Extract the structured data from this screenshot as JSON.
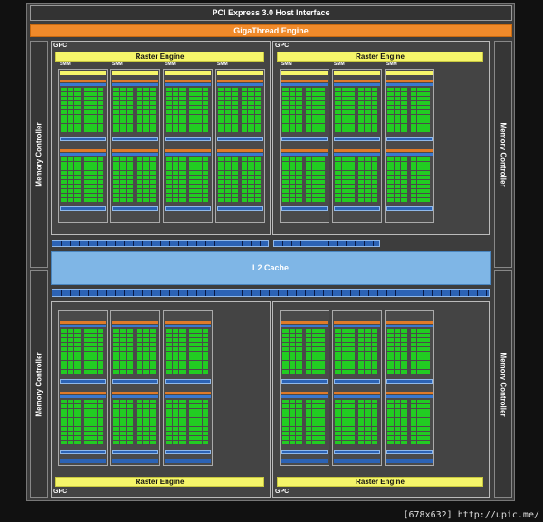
{
  "header": {
    "pcie_label": "PCI Express 3.0 Host Interface",
    "gigathread_label": "GigaThread Engine"
  },
  "l2": {
    "label": "L2 Cache"
  },
  "memory_controller": {
    "label": "Memory Controller"
  },
  "gpc": {
    "label": "GPC",
    "raster_label": "Raster Engine",
    "smm_label": "SMM"
  },
  "watermark": "[678x632] http://upic.me/",
  "colors": {
    "gigathread": "#f08a2a",
    "l2": "#7fb6e6",
    "raster": "#f5f56a",
    "core": "#22cc22",
    "bus": "#2c63b5"
  }
}
